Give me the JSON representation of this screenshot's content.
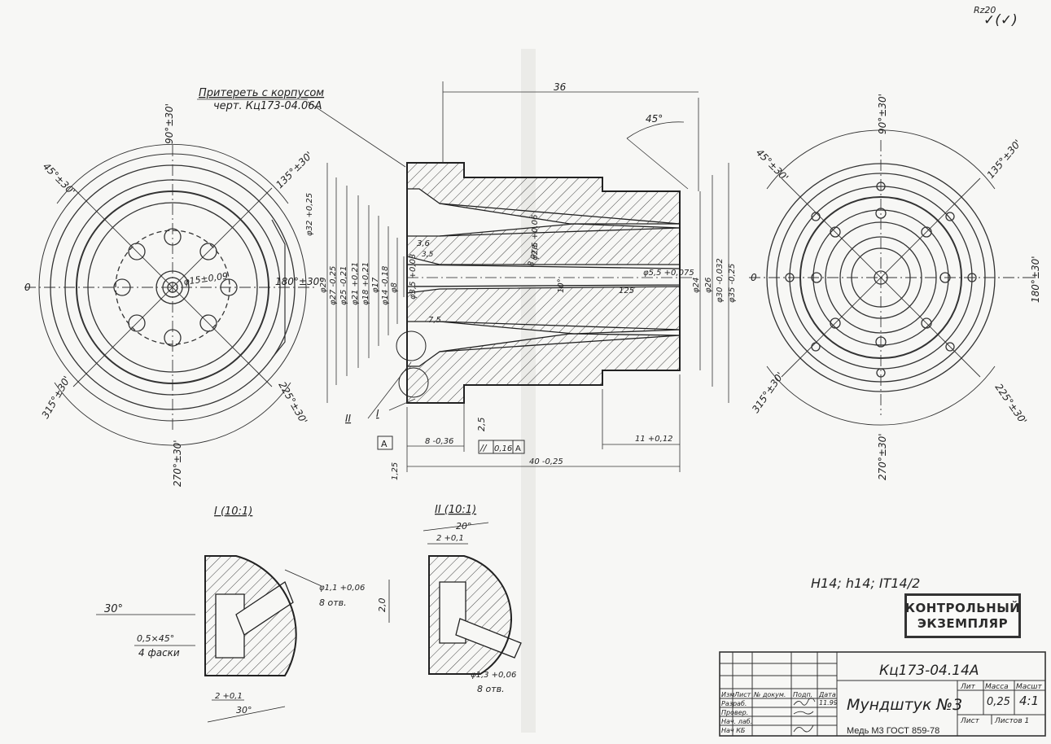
{
  "header": {
    "roughness": "Rz20",
    "roughness_symbol": "✓(✓)"
  },
  "notes": {
    "lap_line1": "Притереть с корпусом",
    "lap_line2": "черт. Кц173-04.06А",
    "tolerances": "H14; h14; IT14/2"
  },
  "stamp": {
    "line1": "КОНТРОЛЬНЫЙ",
    "line2": "ЭКЗЕМПЛЯР"
  },
  "left_view": {
    "angles": [
      "90°±30'",
      "45°±30'",
      "135°±30'",
      "180°±30'",
      "225°±30'",
      "270°±30'",
      "315°±30'"
    ],
    "zero": "0",
    "bolt_circle": "φ15±0,09"
  },
  "right_view": {
    "angles": [
      "90°±30'",
      "45°±30'",
      "135°±30'",
      "180°±30'",
      "225°±30'",
      "270°±30'",
      "315°±30'"
    ],
    "zero": "0"
  },
  "section": {
    "top_dim": "36",
    "angle": "45°",
    "left_dims": [
      "φ32 +0,25",
      "φ29",
      "φ27 -0,25",
      "φ25 -0,21",
      "φ21 +0,21",
      "φ18 +0,21",
      "φ17",
      "φ14 -0,18",
      "φ8",
      "φ3,5 +0,03"
    ],
    "right_dims": [
      "φ5,5 +0,075",
      "φ24",
      "φ26",
      "φ30 -0,032",
      "φ35 -0,25"
    ],
    "holes": "φ2,5 +0,06",
    "holes_count": "8 отв.",
    "angle_10": "10°",
    "d36": "3,6",
    "d35": "3,5",
    "d75": "7,5",
    "d125": "125",
    "d25": "2,5",
    "d8": "8 -0,36",
    "d40": "40 -0,25",
    "d11": "11 +0,12",
    "datum": "А",
    "parallel": "//",
    "parallel_val": "0,16",
    "parallel_ref": "А",
    "d125b": "1,25",
    "mark1": "I",
    "mark2": "II"
  },
  "detail1": {
    "title": "I (10:1)",
    "angle30": "30°",
    "chamfer": "0,5×45°",
    "chamfer_count": "4 фаски",
    "hole": "φ1,1 +0,06",
    "hole_count": "8 отв.",
    "d2": "2 +0,1",
    "bottom30": "30°"
  },
  "detail2": {
    "title": "II (10:1)",
    "angle20": "20°",
    "d2": "2 +0,1",
    "d20": "2,0",
    "hole": "φ1,3 +0,06",
    "hole_count": "8 отв."
  },
  "title_block": {
    "code": "Кц173-04.14А",
    "name": "Мундштук №3",
    "lit": "Лит",
    "mass_label": "Масса",
    "scale_label": "Масшт",
    "mass": "0,25",
    "scale": "4:1",
    "sheet": "Лист",
    "sheets": "Листов 1",
    "rows": [
      "Изм",
      "Лист",
      "№ докум.",
      "Подп.",
      "Дата"
    ],
    "roles": [
      "Разраб.",
      "Провер.",
      "Нач. лаб.",
      "Нач КБ"
    ],
    "date": "11.99",
    "material": "Медь М3 ГОСТ 859-78"
  }
}
